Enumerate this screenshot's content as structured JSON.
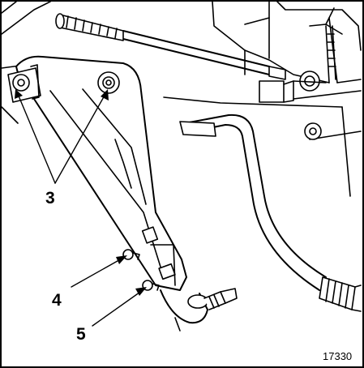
{
  "figure": {
    "reference_number": "17330",
    "callouts": [
      {
        "id": "3",
        "label": "3"
      },
      {
        "id": "4",
        "label": "4"
      },
      {
        "id": "5",
        "label": "5"
      }
    ]
  },
  "colors": {
    "line": "#000000",
    "background": "#ffffff"
  }
}
